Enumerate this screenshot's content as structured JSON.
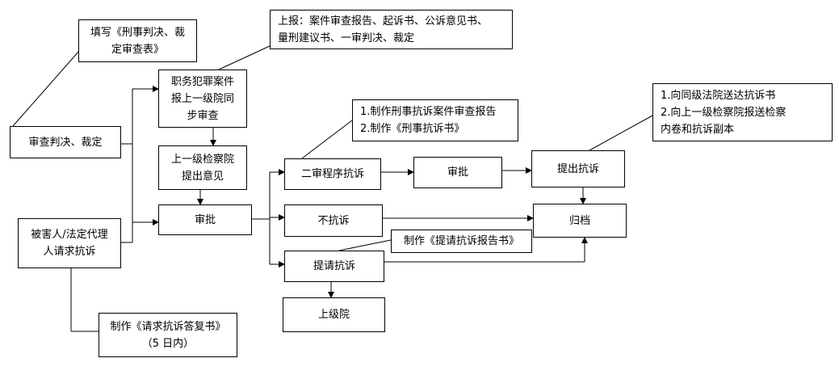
{
  "boxes": {
    "fill_form": "填写《刑事判决、裁\n定审查表》",
    "report": "上报：案件审查报告、起诉书、公诉意见书、\n量刑建议书、一审判决、裁定",
    "review_judgment": "审查判决、裁定",
    "job_crime": "职务犯罪案件\n报上一级院同\n步审查",
    "upper_opinion": "上一级检察院\n提出意见",
    "approve_main": "审批",
    "victim_request": "被害人/法定代理\n人请求抗诉",
    "reply_doc": "制作《请求抗诉答复书》\n（5 日内）",
    "make_protest_docs": "1.制作刑事抗诉案件审查报告\n2.制作《刑事抗诉书》",
    "second_instance_protest": "二审程序抗诉",
    "no_protest": "不抗诉",
    "request_protest": "提请抗诉",
    "upper_court": "上级院",
    "approve_second": "审批",
    "file_protest": "提出抗诉",
    "send_docs": "1.向同级法院送达抗诉书\n2.向上一级检察院报送检察\n内卷和抗诉副本",
    "archive": "归档",
    "make_request_report": "制作《提请抗诉报告书》"
  }
}
